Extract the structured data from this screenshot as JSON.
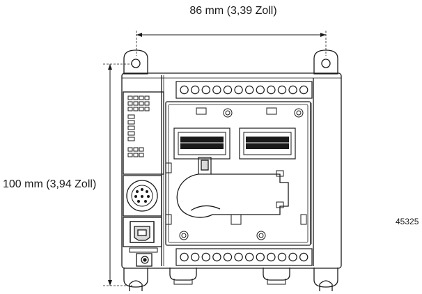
{
  "dimensions": {
    "width_label": "86 mm (3,39 Zoll)",
    "height_label": "100 mm (3,94 Zoll)"
  },
  "figure_number": "45325",
  "terminal_count": 12,
  "colors": {
    "line": "#1a1a1a",
    "fill": "#ffffff",
    "shade": "#d9d9d9"
  }
}
